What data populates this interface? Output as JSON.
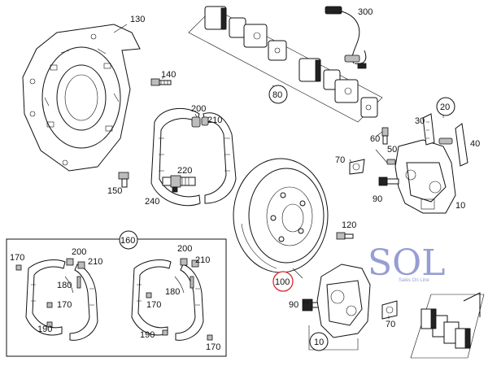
{
  "callouts": {
    "p130": "130",
    "p300": "300",
    "p140": "140",
    "p200a": "200",
    "p210a": "210",
    "p80": "80",
    "p20": "20",
    "p30": "30",
    "p40": "40",
    "p60": "60",
    "p50": "50",
    "p70a": "70",
    "p220": "220",
    "p150": "150",
    "p240": "240",
    "p90a": "90",
    "p10a": "10",
    "p120": "120",
    "p160": "160",
    "p170a": "170",
    "p200b": "200",
    "p210b": "210",
    "p180a": "180",
    "p170b": "170",
    "p190a": "190",
    "p200c": "200",
    "p210c": "210",
    "p180b": "180",
    "p170c": "170",
    "p190b": "190",
    "p170d": "170",
    "p100": "100",
    "p90b": "90",
    "p70b": "70",
    "p10b": "10"
  },
  "watermark": {
    "logo": "SOL",
    "tagline": "Sales On Line"
  },
  "colors": {
    "highlight_circle": "#d9272e",
    "watermark": "#7c86c7",
    "line": "#111111"
  }
}
